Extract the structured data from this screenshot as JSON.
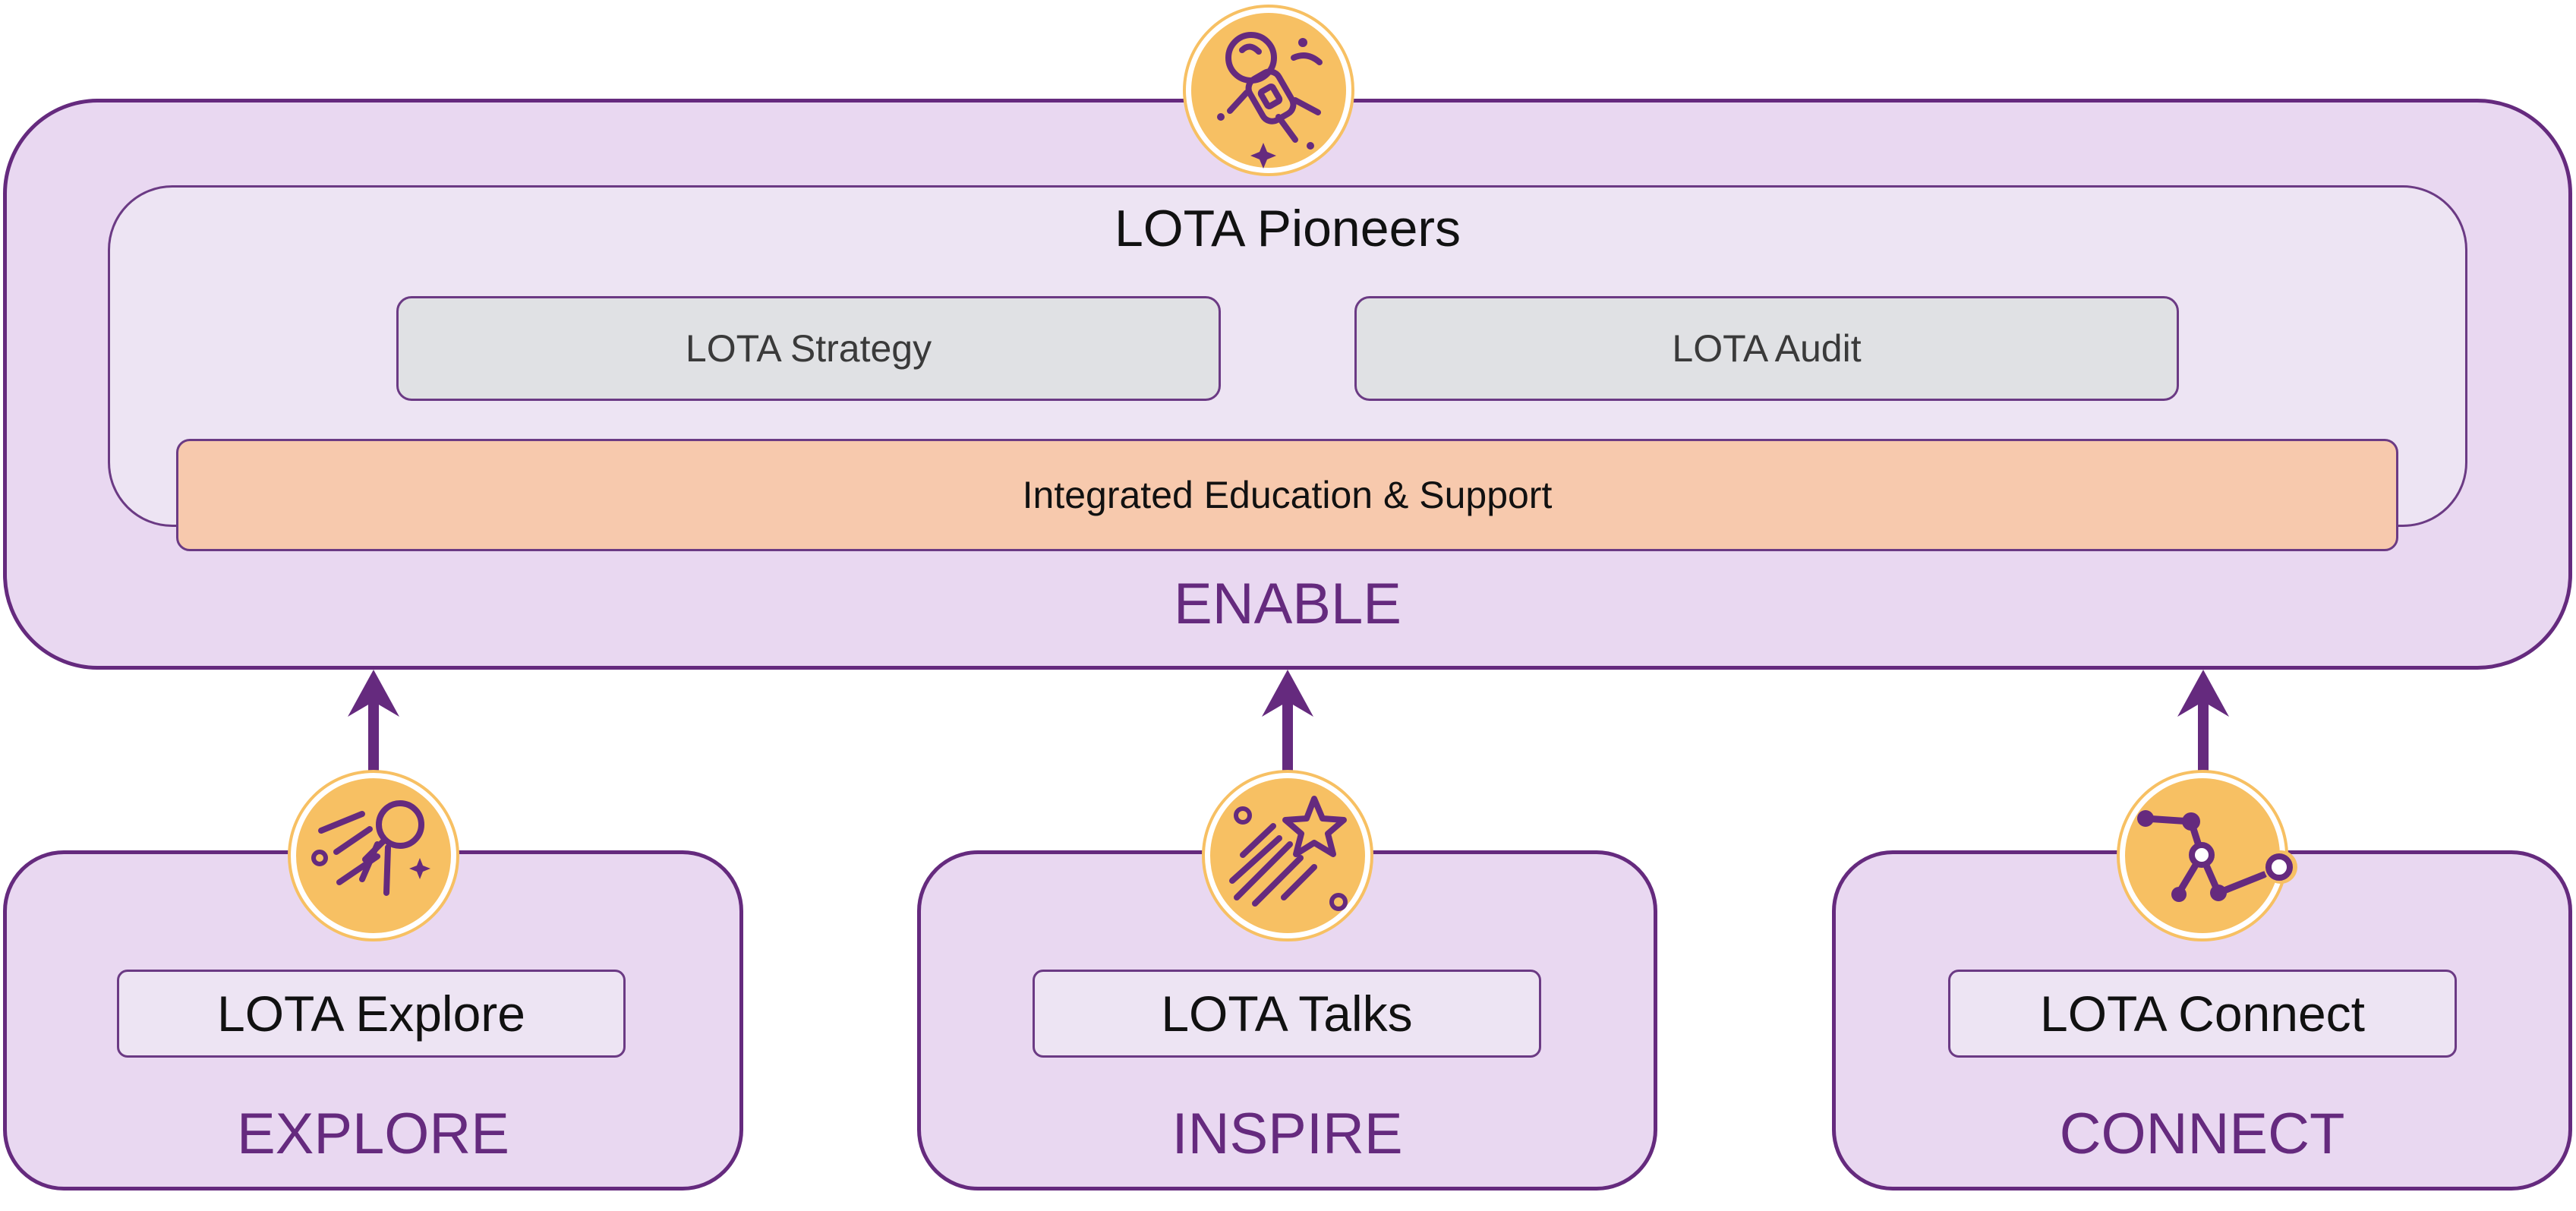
{
  "enable": {
    "label": "ENABLE",
    "icon": "astronaut-icon",
    "pioneers": {
      "title": "LOTA Pioneers",
      "strategy": "LOTA Strategy",
      "audit": "LOTA Audit",
      "support": "Integrated Education & Support"
    }
  },
  "groups": [
    {
      "label": "EXPLORE",
      "program": "LOTA Explore",
      "icon": "satellite-icon"
    },
    {
      "label": "INSPIRE",
      "program": "LOTA Talks",
      "icon": "shooting-star-icon"
    },
    {
      "label": "CONNECT",
      "program": "LOTA Connect",
      "icon": "network-nodes-icon"
    }
  ],
  "colors": {
    "purple_dark": "#652a7e",
    "purple_fill": "#e9d8f1",
    "badge_gold": "#f7c063",
    "support_peach": "#f7c9ad",
    "grey_box": "#e0e1e4"
  }
}
